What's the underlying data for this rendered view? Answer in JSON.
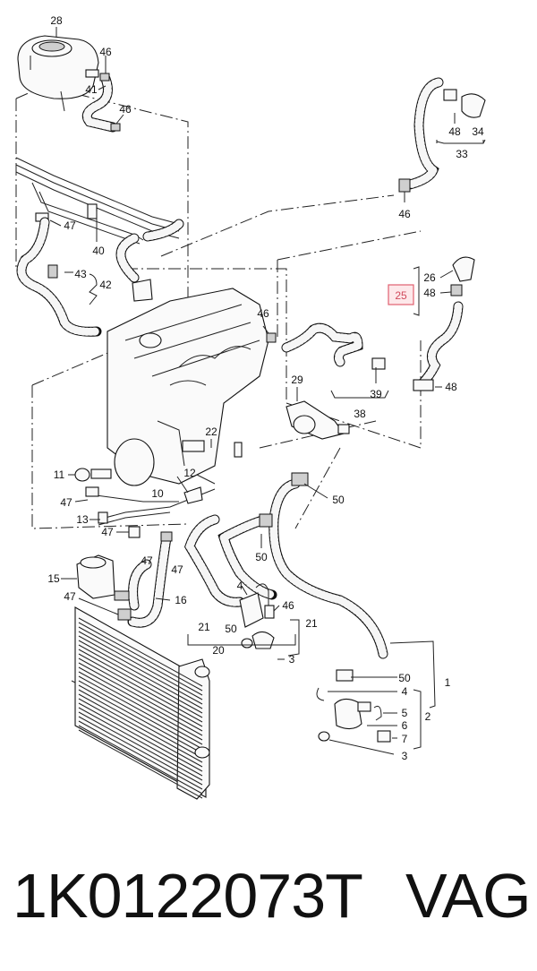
{
  "part_number": "1K0122073T",
  "brand": "VAG",
  "highlight_color": "#e06070",
  "callouts": [
    {
      "id": "c28",
      "text": "28"
    },
    {
      "id": "c46a",
      "text": "46"
    },
    {
      "id": "c41",
      "text": "41"
    },
    {
      "id": "c46b",
      "text": "46"
    },
    {
      "id": "c47a",
      "text": "47"
    },
    {
      "id": "c40",
      "text": "40"
    },
    {
      "id": "c43",
      "text": "43"
    },
    {
      "id": "c42",
      "text": "42"
    },
    {
      "id": "c46c",
      "text": "46"
    },
    {
      "id": "c48a",
      "text": "48"
    },
    {
      "id": "c34",
      "text": "34"
    },
    {
      "id": "c33",
      "text": "33"
    },
    {
      "id": "c46d",
      "text": "46"
    },
    {
      "id": "c26",
      "text": "26"
    },
    {
      "id": "c25",
      "text": "25"
    },
    {
      "id": "c48b",
      "text": "48"
    },
    {
      "id": "c48c",
      "text": "48"
    },
    {
      "id": "c29",
      "text": "29"
    },
    {
      "id": "c39",
      "text": "39"
    },
    {
      "id": "c38",
      "text": "38"
    },
    {
      "id": "c22",
      "text": "22"
    },
    {
      "id": "c11",
      "text": "11"
    },
    {
      "id": "c12",
      "text": "12"
    },
    {
      "id": "c10",
      "text": "10"
    },
    {
      "id": "c50a",
      "text": "50"
    },
    {
      "id": "c47b",
      "text": "47"
    },
    {
      "id": "c13",
      "text": "13"
    },
    {
      "id": "c47c",
      "text": "47"
    },
    {
      "id": "c50b",
      "text": "50"
    },
    {
      "id": "c15",
      "text": "15"
    },
    {
      "id": "c47d",
      "text": "47"
    },
    {
      "id": "c47e",
      "text": "47"
    },
    {
      "id": "c47f",
      "text": "47"
    },
    {
      "id": "c16",
      "text": "16"
    },
    {
      "id": "c4a",
      "text": "4"
    },
    {
      "id": "c46e",
      "text": "46"
    },
    {
      "id": "c21a",
      "text": "21"
    },
    {
      "id": "c50c",
      "text": "50"
    },
    {
      "id": "c21b",
      "text": "21"
    },
    {
      "id": "c20",
      "text": "20"
    },
    {
      "id": "c3a",
      "text": "3"
    },
    {
      "id": "c1",
      "text": "1"
    },
    {
      "id": "c50d",
      "text": "50"
    },
    {
      "id": "c4b",
      "text": "4"
    },
    {
      "id": "c5",
      "text": "5"
    },
    {
      "id": "c2",
      "text": "2"
    },
    {
      "id": "c6",
      "text": "6"
    },
    {
      "id": "c7",
      "text": "7"
    },
    {
      "id": "c3b",
      "text": "3"
    }
  ]
}
